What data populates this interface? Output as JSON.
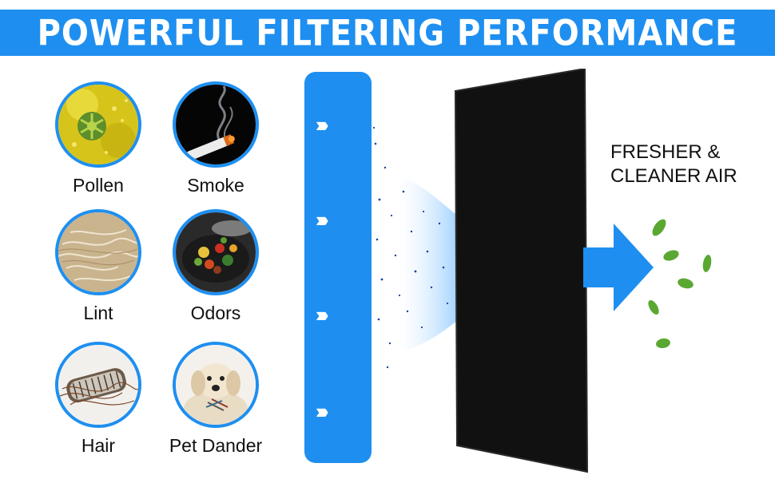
{
  "banner": {
    "title": "POWERFUL FILTERING PERFORMANCE",
    "color": "#1e8ff0"
  },
  "contaminants": [
    {
      "label": "Pollen",
      "icon": "pollen-image"
    },
    {
      "label": "Smoke",
      "icon": "smoke-image"
    },
    {
      "label": "Lint",
      "icon": "lint-image"
    },
    {
      "label": "Odors",
      "icon": "odors-image"
    },
    {
      "label": "Hair",
      "icon": "hair-image"
    },
    {
      "label": "Pet Dander",
      "icon": "pet-dander-image"
    }
  ],
  "result": {
    "line1": "FRESHER &",
    "line2": "CLEANER AIR"
  },
  "colors": {
    "accent": "#1e8ff0",
    "filter": "#0d0d0d",
    "leaf": "#5aa832"
  }
}
